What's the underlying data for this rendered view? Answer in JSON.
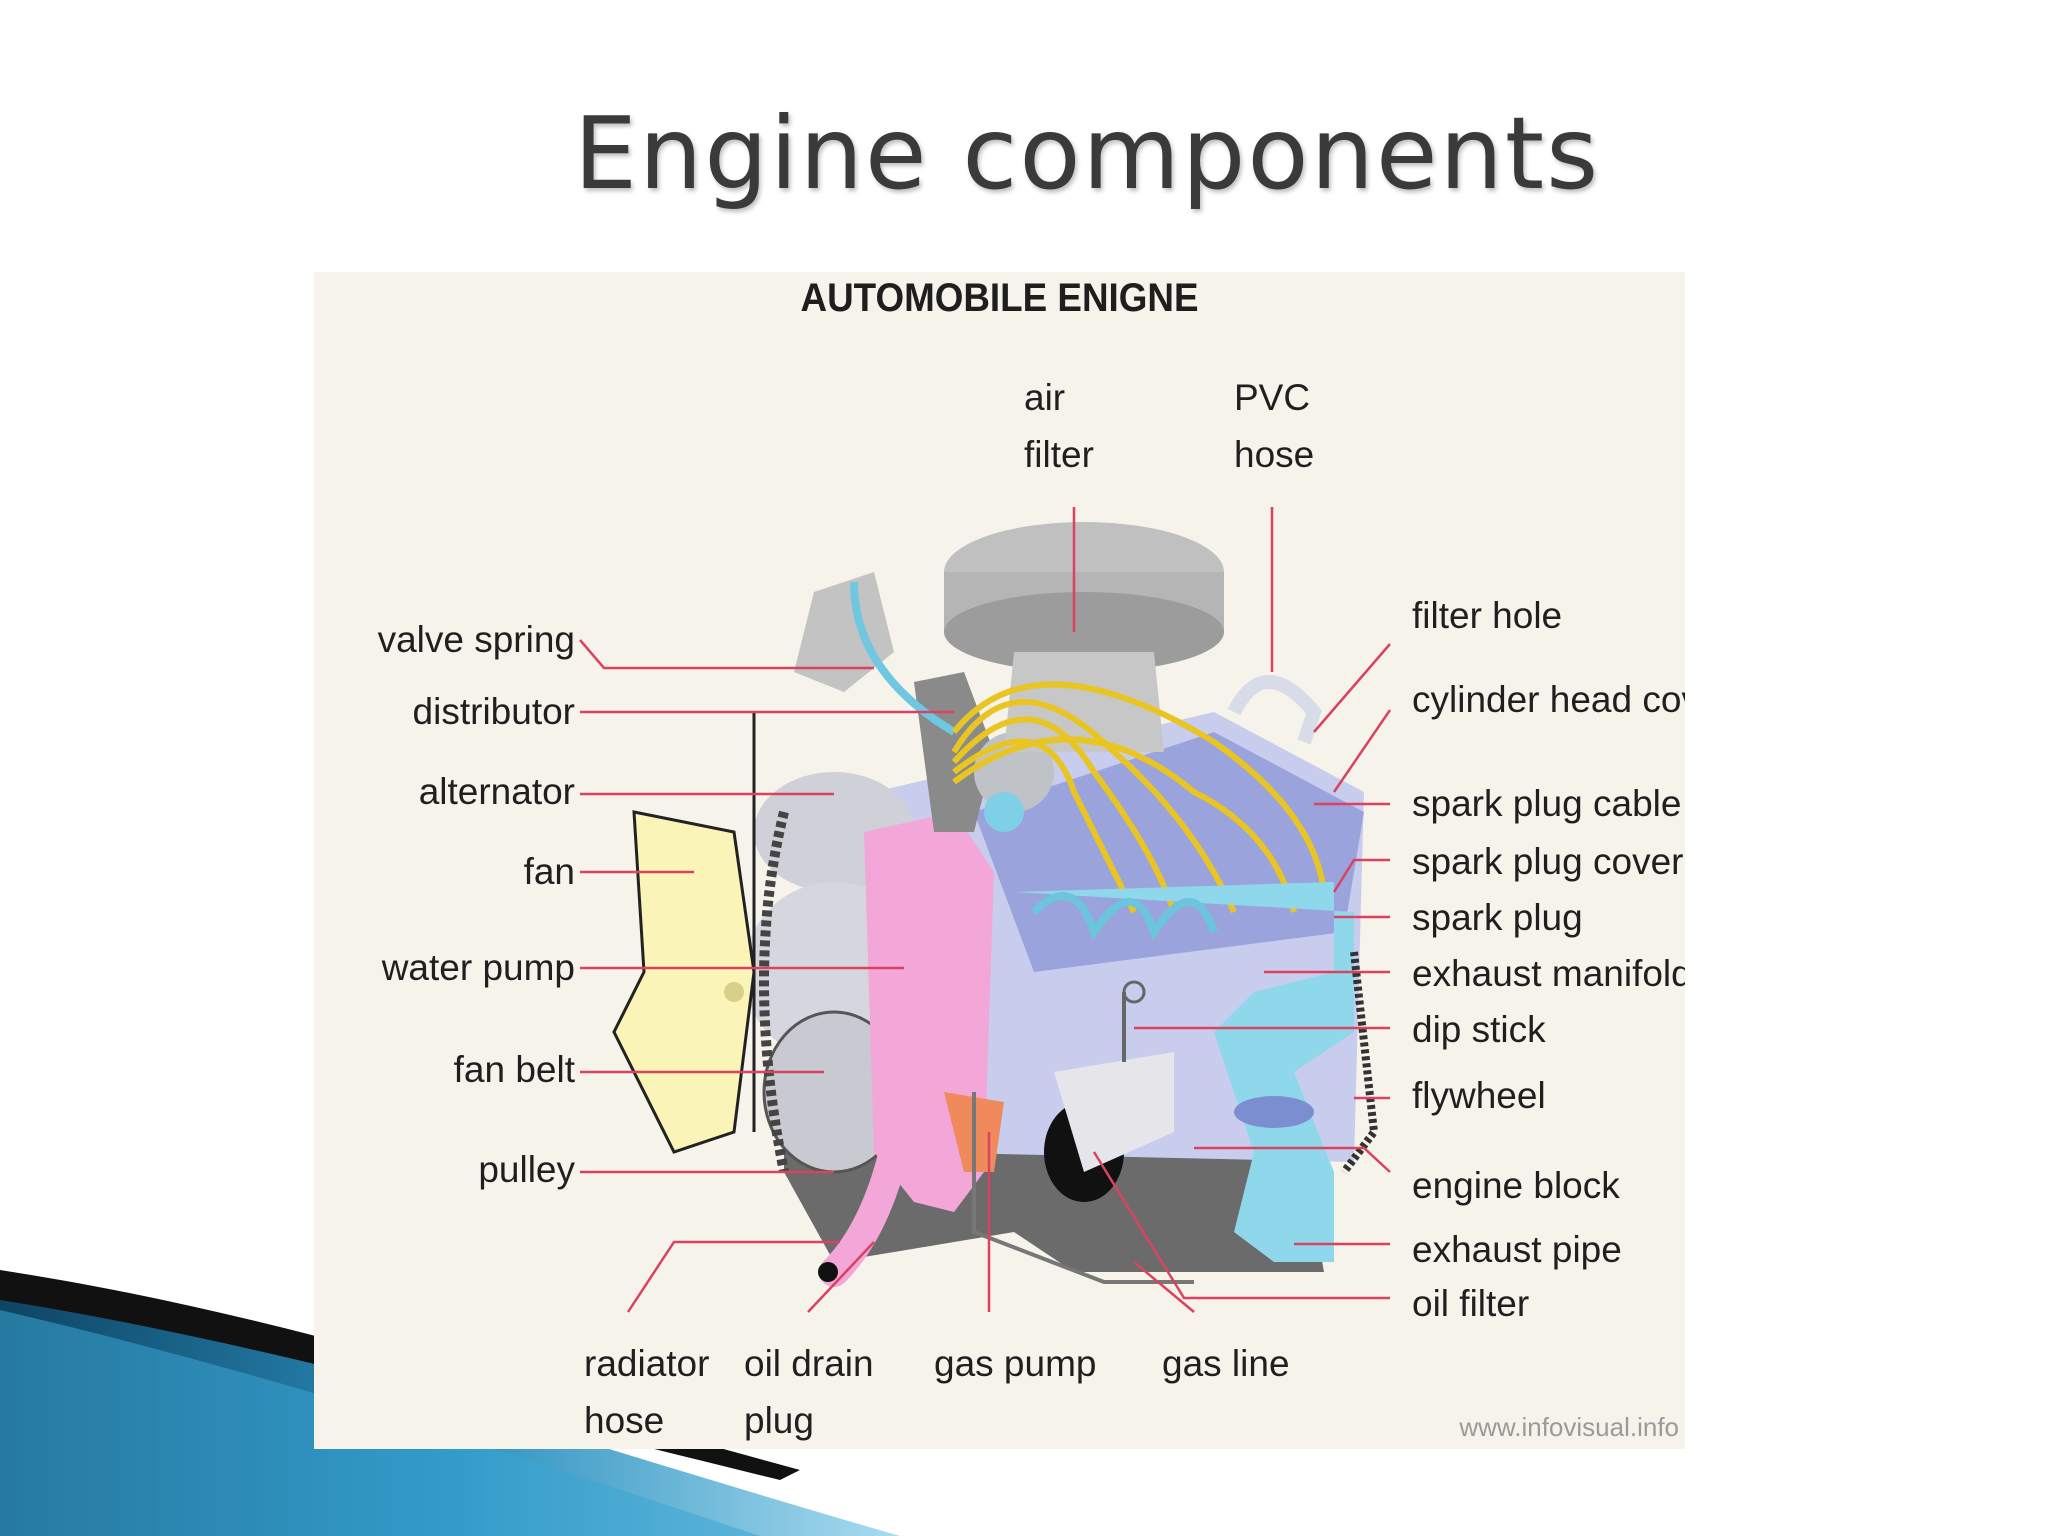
{
  "slide": {
    "title": "Engine components"
  },
  "diagram": {
    "title": "AUTOMOBILE ENIGNE",
    "credit": "www.infovisual.info",
    "labels": {
      "air_filter": {
        "line1": "air",
        "line2": "filter"
      },
      "pvc_hose": {
        "line1": "PVC",
        "line2": "hose"
      },
      "valve_spring": "valve spring",
      "distributor": "distributor",
      "alternator": "alternator",
      "fan": "fan",
      "water_pump": "water pump",
      "fan_belt": "fan belt",
      "pulley": "pulley",
      "filter_hole": "filter hole",
      "cylinder_head_cover": "cylinder head cover",
      "spark_plug_cable": "spark plug cable",
      "spark_plug_cover": "spark plug cover",
      "spark_plug": "spark plug",
      "exhaust_manifold": "exhaust manifold",
      "dip_stick": "dip stick",
      "flywheel": "flywheel",
      "engine_block": "engine block",
      "exhaust_pipe": "exhaust pipe",
      "oil_filter": "oil filter",
      "radiator_hose": {
        "line1": "radiator",
        "line2": "hose"
      },
      "oil_drain_plug": {
        "line1": "oil drain",
        "line2": "plug"
      },
      "gas_pump": "gas pump",
      "gas_line": "gas line"
    }
  },
  "colors": {
    "leader_line": "#d9435f",
    "engine_block": "#9aa3dc",
    "exhaust": "#8fd8ec",
    "timing_cover": "#f3a6d8",
    "fan": "#fbf4b8",
    "spark_cables": "#e9c524",
    "accent_dark_blue": "#0d3c5c",
    "accent_light_blue": "#35a8d6"
  }
}
